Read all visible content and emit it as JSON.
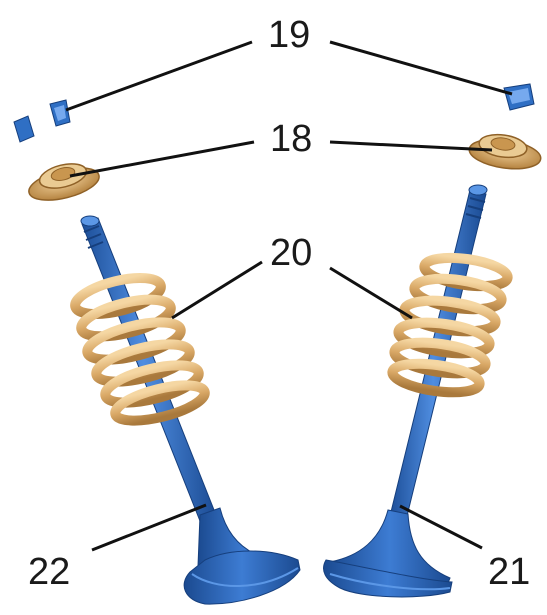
{
  "callouts": {
    "c19": "19",
    "c18": "18",
    "c20": "20",
    "c21": "21",
    "c22": "22"
  },
  "parts": {
    "valve_color": "#2f6fc4",
    "spring_color": "#e3b877",
    "retainer_color": "#d9ad6e",
    "keeper_color": "#2f6fc4",
    "leader_color": "#111111"
  }
}
